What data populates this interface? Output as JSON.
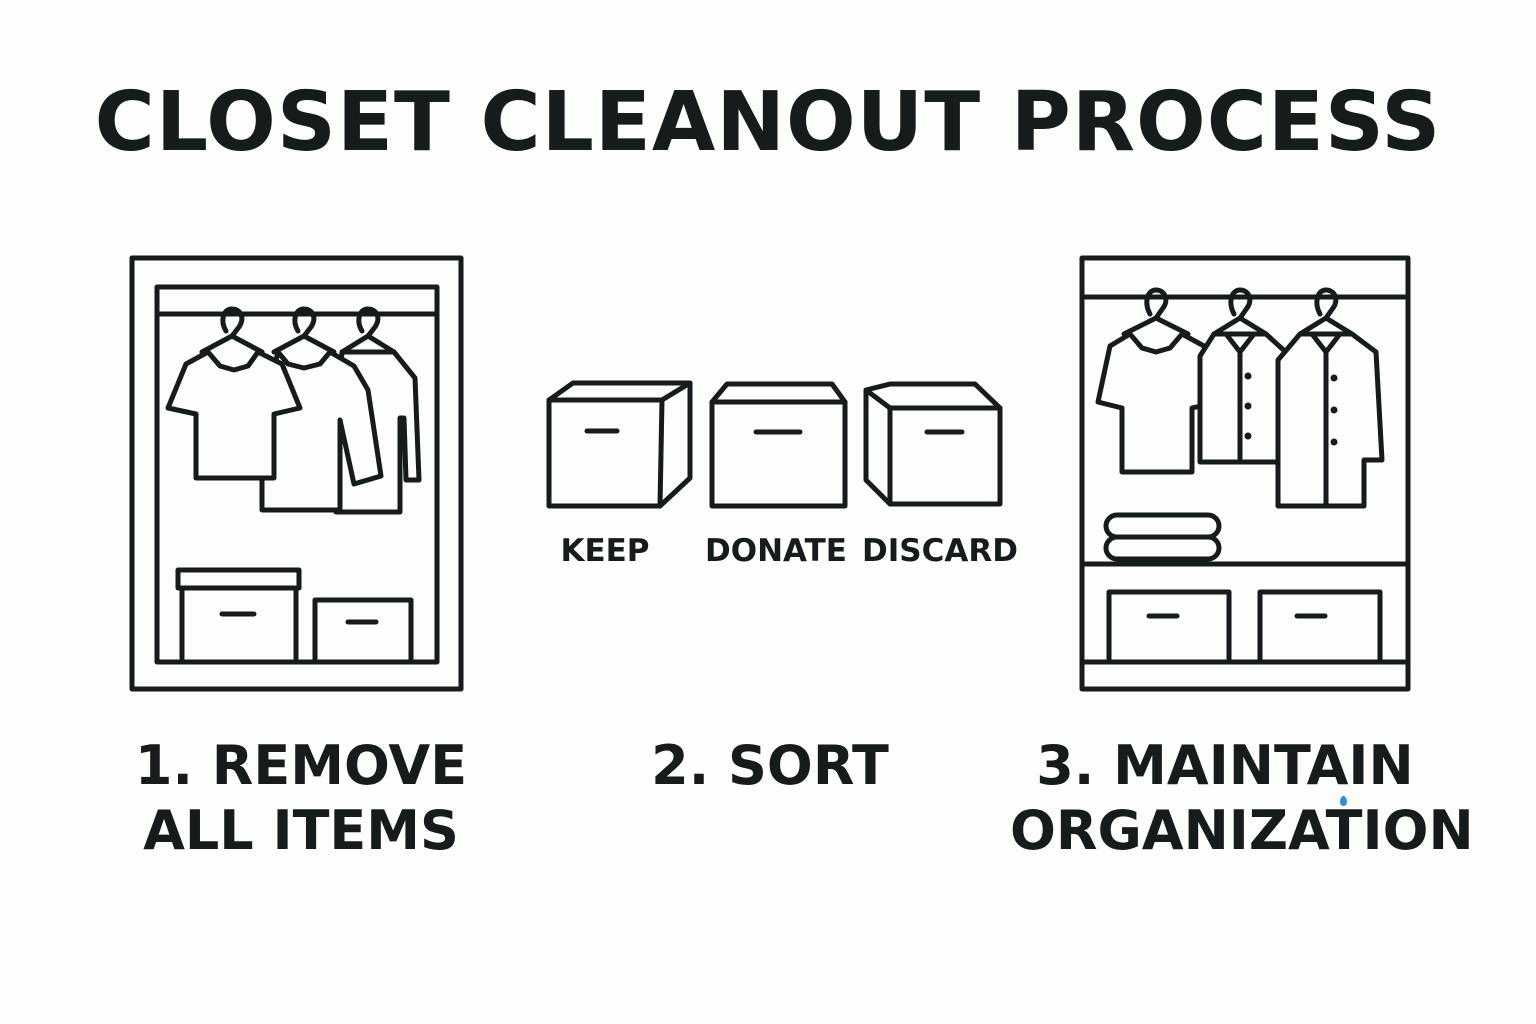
{
  "title": "CLOSET CLEANOUT PROCESS",
  "accent_color": "#2b8fd6",
  "line_color": "#161b1c",
  "steps": [
    {
      "label": "1. REMOVE\nALL ITEMS",
      "icon": "closet-with-clothes-icon"
    },
    {
      "label": "2. SORT",
      "icon": "sorting-boxes-icon"
    },
    {
      "label": "3. MAINTAIN\nORGANIZATION",
      "icon": "organized-closet-icon"
    }
  ],
  "sort_boxes": [
    {
      "label": "KEEP",
      "icon": "keep-box-icon"
    },
    {
      "label": "DONATE",
      "icon": "donate-box-icon"
    },
    {
      "label": "DISCARD",
      "icon": "discard-box-icon"
    }
  ]
}
